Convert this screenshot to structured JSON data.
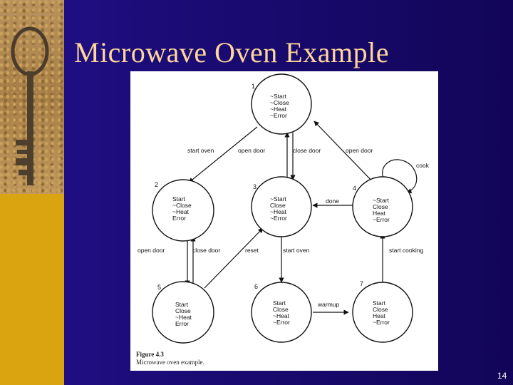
{
  "slide": {
    "title": "Microwave Oven Example",
    "page_number": "14"
  },
  "figure": {
    "caption_label": "Figure 4.3",
    "caption_text": "Microwave oven example.",
    "states": [
      {
        "id": "1",
        "flags": [
          "~Start",
          "~Close",
          "~Heat",
          "~Error"
        ]
      },
      {
        "id": "2",
        "flags": [
          "Start",
          "~Close",
          "~Heat",
          "Error"
        ]
      },
      {
        "id": "3",
        "flags": [
          "~Start",
          "Close",
          "~Heat",
          "~Error"
        ]
      },
      {
        "id": "4",
        "flags": [
          "~Start",
          "Close",
          "Heat",
          "~Error"
        ]
      },
      {
        "id": "5",
        "flags": [
          "Start",
          "Close",
          "~Heat",
          "Error"
        ]
      },
      {
        "id": "6",
        "flags": [
          "Start",
          "Close",
          "~Heat",
          "~Error"
        ]
      },
      {
        "id": "7",
        "flags": [
          "Start",
          "Close",
          "Heat",
          "~Error"
        ]
      }
    ],
    "edges": {
      "start_oven_1_2": "start oven",
      "open_door_3_1": "open door",
      "close_door_1_3": "close door",
      "open_door_4_1": "open door",
      "cook": "cook",
      "done": "done",
      "open_door_2_5": "open door",
      "close_door_5_2": "close door",
      "reset": "reset",
      "start_oven_3_6": "start oven",
      "start_cooking": "start cooking",
      "warmup": "warmup"
    }
  }
}
